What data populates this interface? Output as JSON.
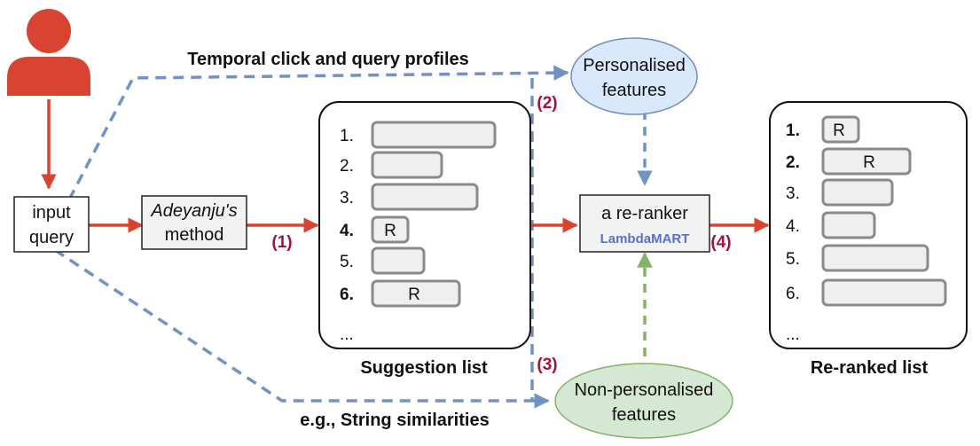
{
  "colors": {
    "red_arrow": "#d94432",
    "blue_dashed": "#6f93c4",
    "green_dashed": "#82b366",
    "step_label": "#a3123c",
    "lambdamart": "#5a6fd1",
    "personalised_fill": "#dae8fc",
    "personalised_stroke": "#6c8ebf",
    "nonpersonalised_fill": "#d5e8d4",
    "nonpersonalised_stroke": "#82b366",
    "user_icon": "#d94432"
  },
  "icons": {
    "user": "user-icon"
  },
  "labels": {
    "temporal_profiles": "Temporal click and query profiles",
    "string_similarities": "e.g., String similarities",
    "input_query_line1": "input",
    "input_query_line2": "query",
    "adeyanju_line1": "Adeyanju's",
    "adeyanju_line2": "method",
    "personalised_line1": "Personalised",
    "personalised_line2": "features",
    "nonpersonalised_line1": "Non-personalised",
    "nonpersonalised_line2": "features",
    "reranker_line1": "a re-ranker",
    "reranker_line2": "LambdaMART",
    "suggestion_list_title": "Suggestion list",
    "reranked_list_title": "Re-ranked list",
    "step1": "(1)",
    "step2": "(2)",
    "step3": "(3)",
    "step4": "(4)",
    "relevant_marker": "R",
    "ellipsis": "..."
  },
  "suggestion_list": [
    {
      "rank": "1.",
      "rank_bold": false,
      "marker": ""
    },
    {
      "rank": "2.",
      "rank_bold": false,
      "marker": ""
    },
    {
      "rank": "3.",
      "rank_bold": false,
      "marker": ""
    },
    {
      "rank": "4.",
      "rank_bold": true,
      "marker": "R"
    },
    {
      "rank": "5.",
      "rank_bold": false,
      "marker": ""
    },
    {
      "rank": "6.",
      "rank_bold": true,
      "marker": "R"
    }
  ],
  "reranked_list": [
    {
      "rank": "1.",
      "rank_bold": true,
      "marker": "R"
    },
    {
      "rank": "2.",
      "rank_bold": true,
      "marker": "R"
    },
    {
      "rank": "3.",
      "rank_bold": false,
      "marker": ""
    },
    {
      "rank": "4.",
      "rank_bold": false,
      "marker": ""
    },
    {
      "rank": "5.",
      "rank_bold": false,
      "marker": ""
    },
    {
      "rank": "6.",
      "rank_bold": false,
      "marker": ""
    }
  ]
}
